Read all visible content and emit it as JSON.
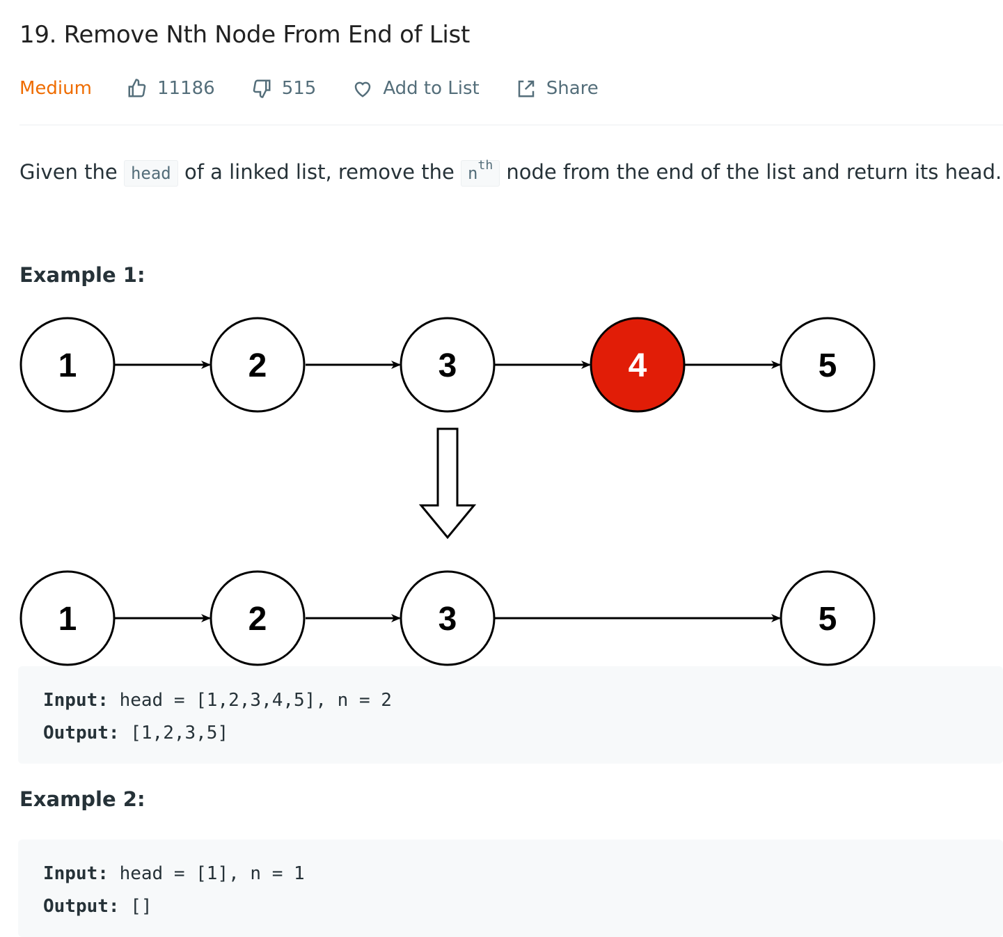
{
  "problem": {
    "title": "19. Remove Nth Node From End of List",
    "difficulty": "Medium",
    "likes": "11186",
    "dislikes": "515",
    "add_to_list": "Add to List",
    "share": "Share"
  },
  "description": {
    "part1": "Given the",
    "code_head": "head",
    "part2": "of a linked list, remove the",
    "code_n": "n",
    "code_th": "th",
    "part3": "node from the end of the list and return its head."
  },
  "example1": {
    "title": "Example 1:",
    "input_label": "Input:",
    "input_value": " head = [1,2,3,4,5], n = 2",
    "output_label": "Output:",
    "output_value": " [1,2,3,5]",
    "diagram": {
      "top_nodes": [
        "1",
        "2",
        "3",
        "4",
        "5"
      ],
      "bottom_nodes": [
        "1",
        "2",
        "3",
        "5"
      ],
      "removed_color": "#e11d07"
    }
  },
  "example2": {
    "title": "Example 2:",
    "input_label": "Input:",
    "input_value": " head = [1], n = 1",
    "output_label": "Output:",
    "output_value": " []"
  }
}
